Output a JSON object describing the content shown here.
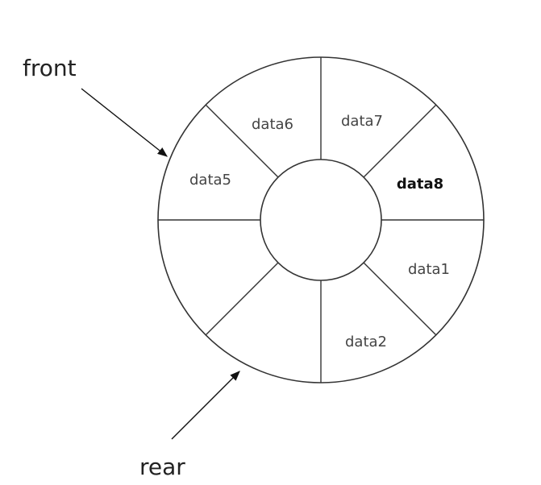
{
  "labels": {
    "front": "front",
    "rear": "rear"
  },
  "slots": [
    {
      "id": "slot-1",
      "label": "data1"
    },
    {
      "id": "slot-2",
      "label": "data2"
    },
    {
      "id": "slot-3",
      "label": ""
    },
    {
      "id": "slot-4",
      "label": ""
    },
    {
      "id": "slot-5",
      "label": "data5"
    },
    {
      "id": "slot-6",
      "label": "data6"
    },
    {
      "id": "slot-7",
      "label": "data7"
    },
    {
      "id": "slot-8",
      "label": "data8"
    }
  ],
  "colors": {
    "stroke": "#333333"
  }
}
